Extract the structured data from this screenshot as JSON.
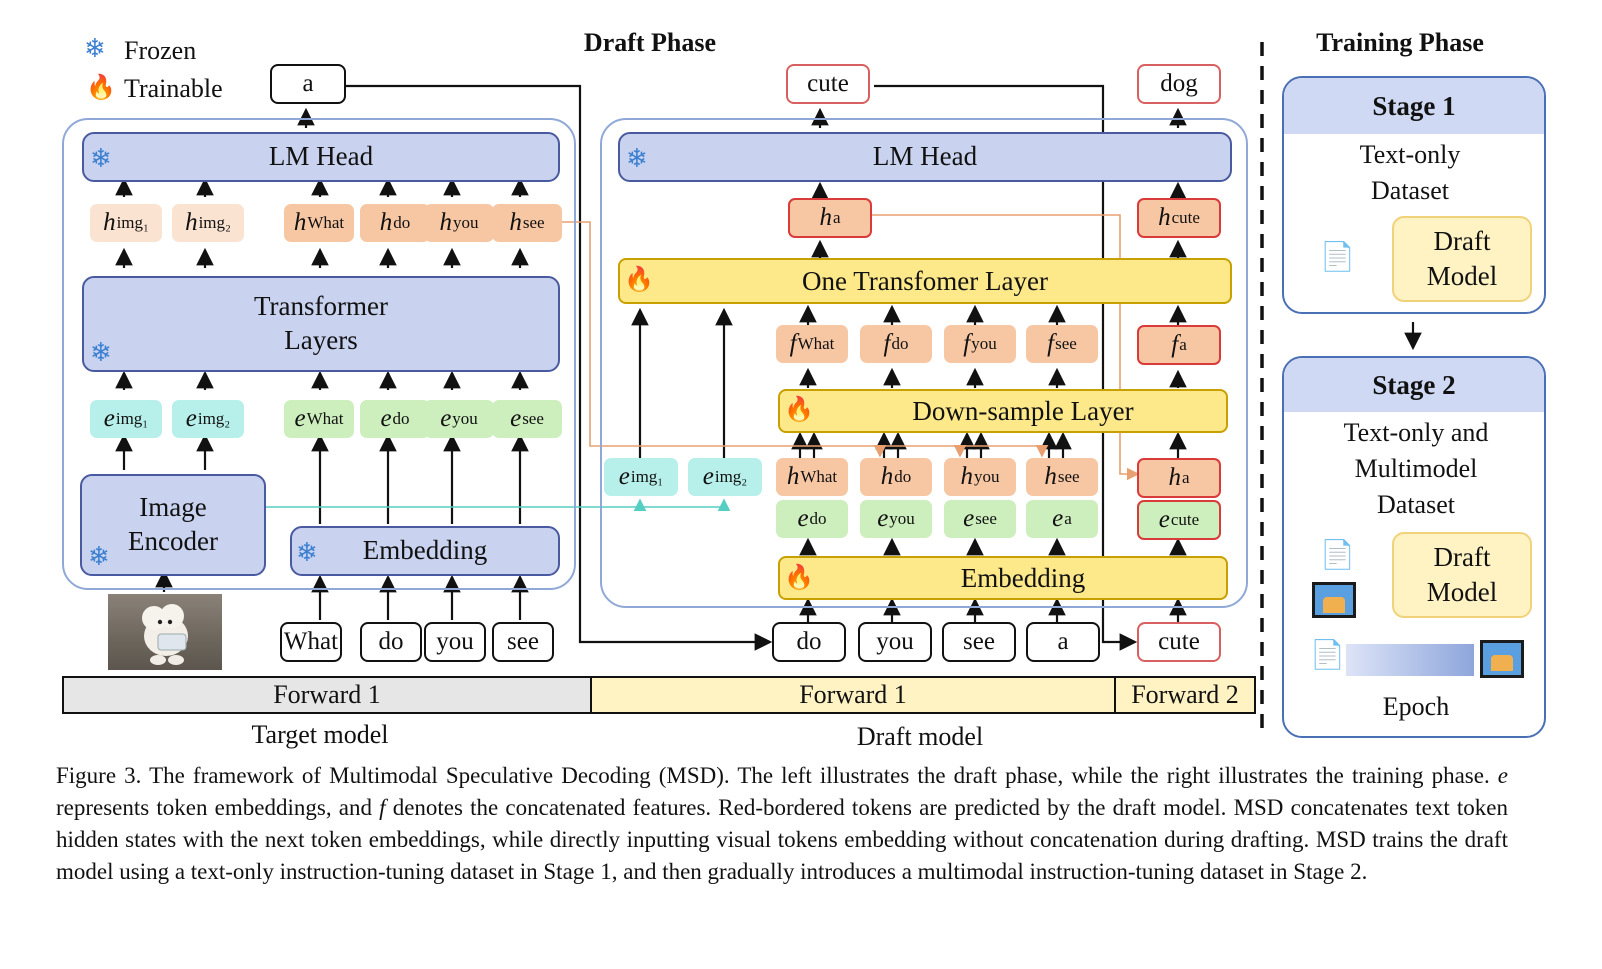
{
  "legend": {
    "frozen": "Frozen",
    "trainable": "Trainable"
  },
  "draft_phase_title": "Draft Phase",
  "training_phase_title": "Training Phase",
  "target": {
    "output_token": "a",
    "lm_head": "LM Head",
    "transformer_line1": "Transformer",
    "transformer_line2": "Layers",
    "image_encoder_line1": "Image",
    "image_encoder_line2": "Encoder",
    "embedding": "Embedding",
    "h_img": [
      {
        "sym": "h",
        "sub": "img1"
      },
      {
        "sym": "h",
        "sub": "img2"
      }
    ],
    "h_text": [
      {
        "sym": "h",
        "sub": "What"
      },
      {
        "sym": "h",
        "sub": "do"
      },
      {
        "sym": "h",
        "sub": "you"
      },
      {
        "sym": "h",
        "sub": "see"
      }
    ],
    "e_img": [
      {
        "sym": "e",
        "sub": "img1"
      },
      {
        "sym": "e",
        "sub": "img2"
      }
    ],
    "e_text": [
      {
        "sym": "e",
        "sub": "What"
      },
      {
        "sym": "e",
        "sub": "do"
      },
      {
        "sym": "e",
        "sub": "you"
      },
      {
        "sym": "e",
        "sub": "see"
      }
    ],
    "input_tokens": [
      "What",
      "do",
      "you",
      "see"
    ]
  },
  "draft": {
    "output_tokens": [
      "cute",
      "dog"
    ],
    "lm_head": "LM Head",
    "h_a": {
      "sym": "h",
      "sub": "a"
    },
    "h_cute": {
      "sym": "h",
      "sub": "cute"
    },
    "one_transformer": "One Transfomer Layer",
    "f_feats": [
      {
        "sym": "f",
        "sub": "What"
      },
      {
        "sym": "f",
        "sub": "do"
      },
      {
        "sym": "f",
        "sub": "you"
      },
      {
        "sym": "f",
        "sub": "see"
      }
    ],
    "f_a": {
      "sym": "f",
      "sub": "a"
    },
    "downsample": "Down-sample Layer",
    "e_img": [
      {
        "sym": "e",
        "sub": "img1"
      },
      {
        "sym": "e",
        "sub": "img2"
      }
    ],
    "h_row": [
      {
        "sym": "h",
        "sub": "What"
      },
      {
        "sym": "h",
        "sub": "do"
      },
      {
        "sym": "h",
        "sub": "you"
      },
      {
        "sym": "h",
        "sub": "see"
      }
    ],
    "h_a2": {
      "sym": "h",
      "sub": "a"
    },
    "e_row": [
      {
        "sym": "e",
        "sub": "do"
      },
      {
        "sym": "e",
        "sub": "you"
      },
      {
        "sym": "e",
        "sub": "see"
      },
      {
        "sym": "e",
        "sub": "a"
      }
    ],
    "e_cute": {
      "sym": "e",
      "sub": "cute"
    },
    "embedding": "Embedding",
    "input_tokens": [
      "do",
      "you",
      "see",
      "a"
    ],
    "input_token_cute": "cute"
  },
  "bottom_bar": {
    "target_forward": "Forward 1",
    "draft_forward1": "Forward 1",
    "draft_forward2": "Forward 2"
  },
  "labels": {
    "target_model": "Target model",
    "draft_model": "Draft model"
  },
  "training": {
    "stage1_title": "Stage 1",
    "stage1_line1": "Text-only",
    "stage1_line2": "Dataset",
    "draft_model_line1": "Draft",
    "draft_model_line2": "Model",
    "stage2_title": "Stage 2",
    "stage2_line1": "Text-only and",
    "stage2_line2": "Multimodel",
    "stage2_line3": "Dataset",
    "epoch": "Epoch"
  },
  "caption": {
    "part1": "Figure 3. The framework of Multimodal Speculative Decoding (MSD). The left illustrates the draft phase, while the right illustrates the training phase.",
    "e_sym": "e",
    "part2": "represents token embeddings, and",
    "f_sym": "f",
    "part3": "denotes the concatenated features. Red-bordered tokens are predicted by the draft model. MSD concatenates text token hidden states with the next token embeddings, while directly inputting visual tokens embedding without concatenation during drafting. MSD trains the draft model using a text-only instruction-tuning dataset in Stage 1, and then gradually introduces a multimodal instruction-tuning dataset in Stage 2."
  },
  "colors": {
    "frozen_blue": "#c9d3f0",
    "trainable_yellow": "#fde98a",
    "hidden_orange": "#f7c7a3",
    "embed_green": "#cdeebd",
    "img_cyan": "#b7f0ea",
    "pred_red": "#d93b3b"
  },
  "icons": [
    "snowflake-icon",
    "fire-icon",
    "document-icon",
    "picture-icon"
  ]
}
